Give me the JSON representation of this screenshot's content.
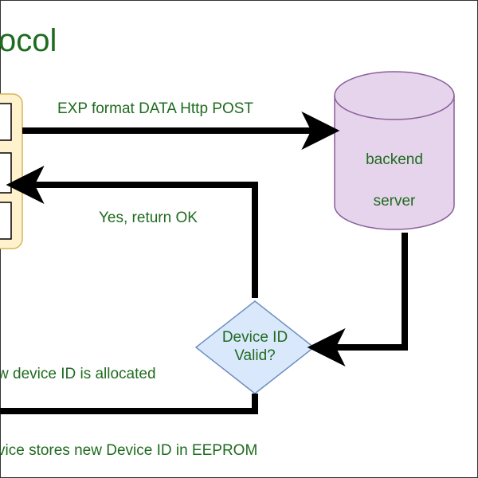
{
  "title": "ocol",
  "cylinder": {
    "line1": "backend",
    "line2": "server",
    "fill": "#e6d4ec",
    "stroke": "#8a5e9a"
  },
  "decision": {
    "line1": "Device ID",
    "line2": "Valid?",
    "fill": "#dae8fc",
    "stroke": "#6c8ebf"
  },
  "device_panel": {
    "fill": "#fff2cc",
    "stroke": "#d6b656"
  },
  "edges": {
    "post_label": "EXP format DATA Http POST",
    "ok_label": "Yes, return OK",
    "allocated_label": "w device ID is allocated",
    "eeprom_label": "vice stores new Device ID in EEPROM"
  },
  "colors": {
    "text": "#1f6b1f",
    "line": "#000000"
  }
}
